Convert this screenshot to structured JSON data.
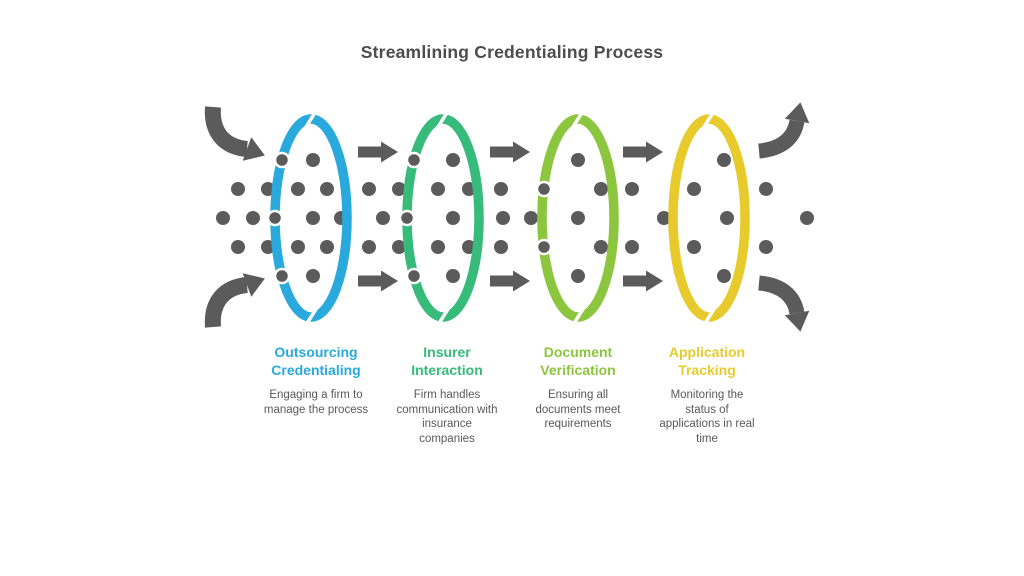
{
  "title": "Streamlining Credentialing Process",
  "colors": {
    "title": "#4D4D4D",
    "description": "#595959",
    "dot": "#5B5B5B",
    "arrow": "#5B5B5B",
    "background": "#FFFFFF"
  },
  "icons": {
    "entry": "curved-arrow",
    "flow": "block-arrow-right",
    "exit": "curved-arrow",
    "stage_shape": "ellipse-ring"
  },
  "stages": [
    {
      "label": "Outsourcing Credentialing",
      "label_lines": [
        "Outsourcing",
        "Credentialing"
      ],
      "description": "Engaging a firm to manage the process",
      "description_lines": [
        "Engaging a firm to",
        "manage the process"
      ],
      "color": "#2AA9DC"
    },
    {
      "label": "Insurer Interaction",
      "label_lines": [
        "Insurer",
        "Interaction"
      ],
      "description": "Firm handles communication with insurance companies",
      "description_lines": [
        "Firm handles",
        "communication with",
        "insurance",
        "companies"
      ],
      "color": "#36BB7B"
    },
    {
      "label": "Document Verification",
      "label_lines": [
        "Document",
        "Verification"
      ],
      "description": "Ensuring all documents meet requirements",
      "description_lines": [
        "Ensuring all",
        "documents meet",
        "requirements"
      ],
      "color": "#8CC63F"
    },
    {
      "label": "Application Tracking",
      "label_lines": [
        "Application",
        "Tracking"
      ],
      "description": "Monitoring the status of applications in real time",
      "description_lines": [
        "Monitoring the",
        "status of",
        "applications in real",
        "time"
      ],
      "color": "#E7CB2C"
    }
  ]
}
